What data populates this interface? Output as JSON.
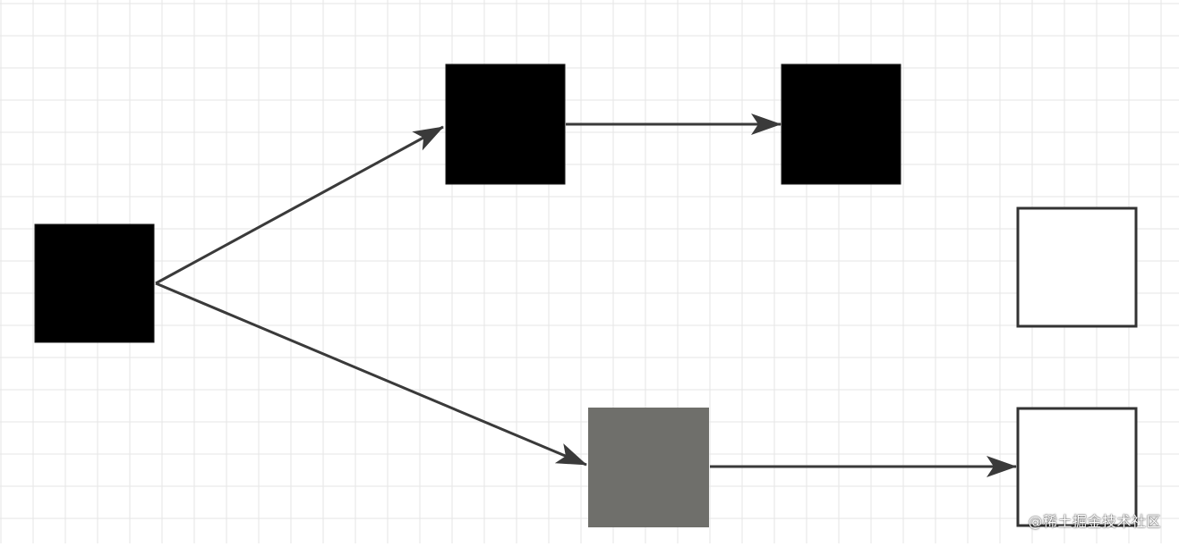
{
  "colors": {
    "canvas_background": "#ffffff",
    "grid_line": "#e6e6e6",
    "node_black": "#000000",
    "node_gray": "#6f6f6b",
    "node_white": "#ffffff",
    "node_stroke": "#333333",
    "edge": "#3a3a3a"
  },
  "nodes": [
    {
      "id": "n1",
      "fill": "black"
    },
    {
      "id": "n2",
      "fill": "black"
    },
    {
      "id": "n3",
      "fill": "black"
    },
    {
      "id": "n4",
      "fill": "white"
    },
    {
      "id": "n5",
      "fill": "gray"
    },
    {
      "id": "n6",
      "fill": "white"
    }
  ],
  "edges": [
    {
      "from": "n1",
      "to": "n2"
    },
    {
      "from": "n2",
      "to": "n3"
    },
    {
      "from": "n1",
      "to": "n5"
    },
    {
      "from": "n5",
      "to": "n6"
    }
  ],
  "watermark": "@稀土掘金技术社区"
}
